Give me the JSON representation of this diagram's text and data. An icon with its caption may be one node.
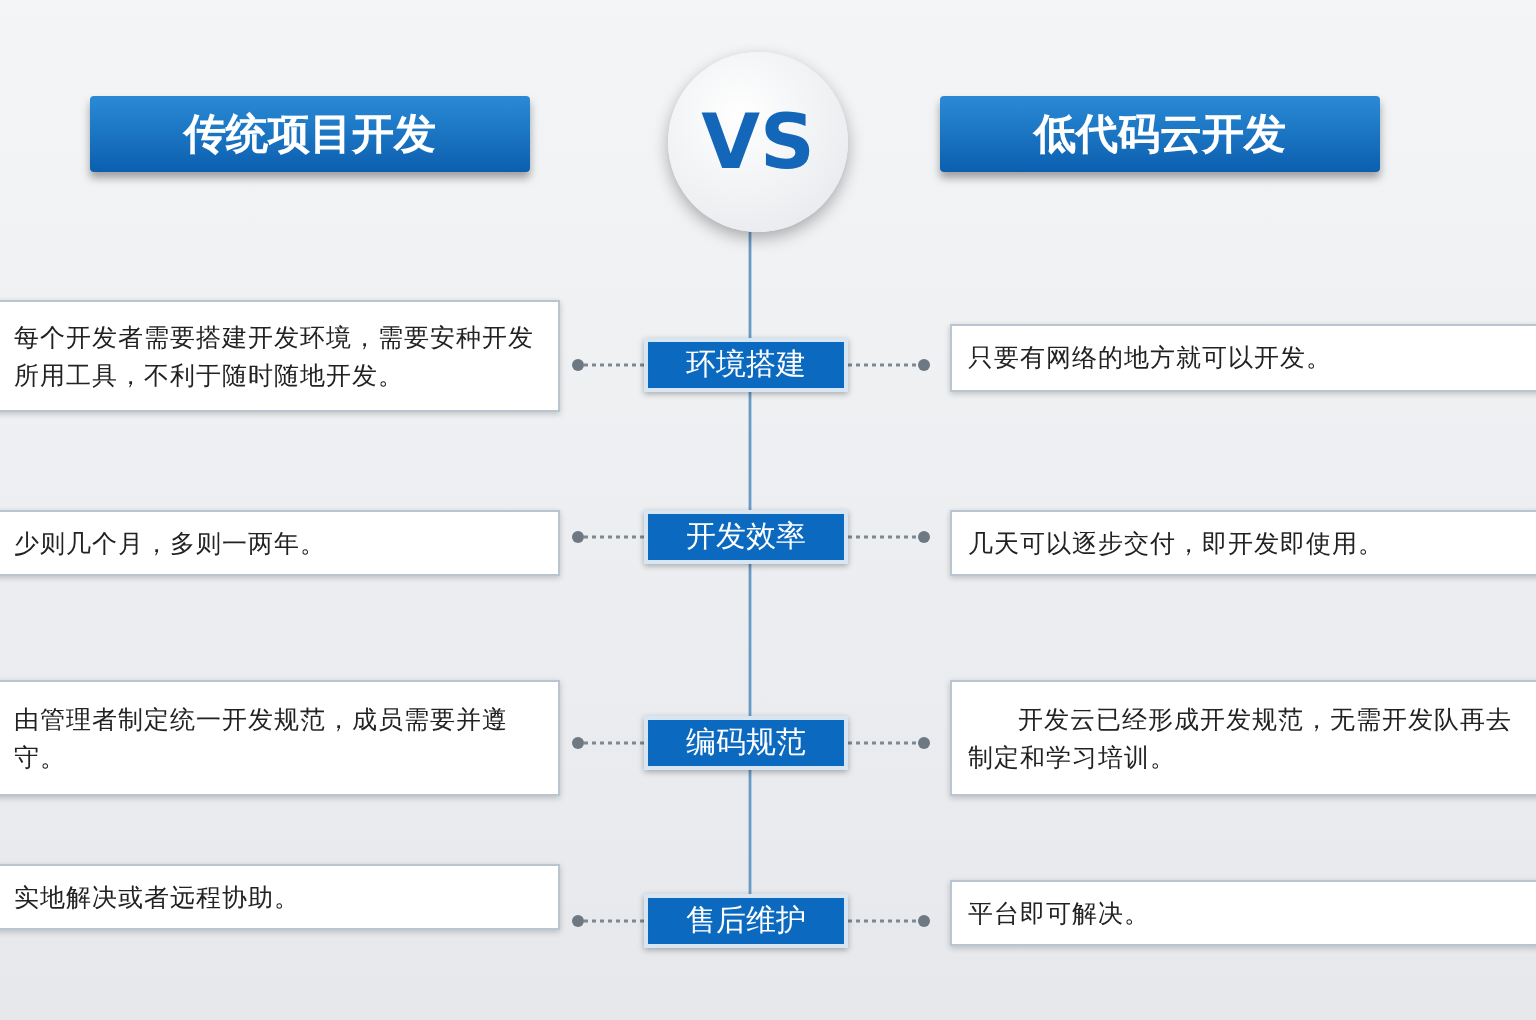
{
  "diagram": {
    "nodes": [
      {
        "text": [
          "传统项目开发"
        ]
      },
      {
        "text": [
          "VS"
        ]
      },
      {
        "text": [
          "低代码云开发"
        ]
      },
      {
        "text": [
          "每个开发者需要搭建开发环境，需要安种开发所用工具，不利于随时随地开发。"
        ]
      },
      {
        "text": [
          "环境搭建"
        ]
      },
      {
        "text": [
          "只要有网络的地方就可以开发。"
        ]
      },
      {
        "text": [
          "少则几个月，多则一两年。"
        ]
      },
      {
        "text": [
          "开发效率"
        ]
      },
      {
        "text": [
          "几天可以逐步交付，即开发即使用。"
        ]
      },
      {
        "text": [
          "由管理者制定统一开发规范，成员需要并遵守。"
        ]
      },
      {
        "text": [
          "编码规范"
        ]
      },
      {
        "text": [
          "开发云已经形成开发规范，无需开发队再去制定和学习培训。"
        ]
      },
      {
        "text": [
          "实地解决或者远程协助。"
        ]
      },
      {
        "text": [
          "售后维护"
        ]
      },
      {
        "text": [
          "平台即可解决。"
        ]
      }
    ],
    "edges": [
      {
        "from": 1,
        "to": 4,
        "arrow": "none"
      },
      {
        "from": 4,
        "to": 7,
        "arrow": "none"
      },
      {
        "from": 7,
        "to": 10,
        "arrow": "none"
      },
      {
        "from": 10,
        "to": 13,
        "arrow": "none"
      },
      {
        "from": 4,
        "to": 3,
        "arrow": "other",
        "style": "dashed"
      },
      {
        "from": 4,
        "to": 5,
        "arrow": "other",
        "style": "dashed"
      },
      {
        "from": 7,
        "to": 6,
        "arrow": "other",
        "style": "dashed"
      },
      {
        "from": 7,
        "to": 8,
        "arrow": "other",
        "style": "dashed"
      },
      {
        "from": 10,
        "to": 9,
        "arrow": "other",
        "style": "dashed"
      },
      {
        "from": 10,
        "to": 11,
        "arrow": "other",
        "style": "dashed"
      },
      {
        "from": 13,
        "to": 12,
        "arrow": "other",
        "style": "dashed"
      },
      {
        "from": 13,
        "to": 14,
        "arrow": "other",
        "style": "dashed"
      }
    ]
  }
}
